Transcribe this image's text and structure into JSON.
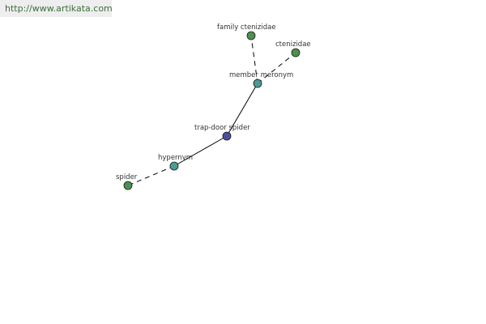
{
  "watermark": {
    "text": "http://www.artikata.com"
  },
  "colors": {
    "center_node": "#4b4f9b",
    "relation_node": "#4e9a96",
    "leaf_node": "#4f8f4f",
    "edge": "#000000",
    "watermark_bg": "#eeeeee",
    "watermark_text": "#3c6e3c"
  },
  "nodes": [
    {
      "id": "trap-door-spider",
      "label": "trap-door spider",
      "kind": "center"
    },
    {
      "id": "hypernym",
      "label": "hypernym",
      "kind": "relation"
    },
    {
      "id": "member-meronym",
      "label": "member meronym",
      "kind": "relation"
    },
    {
      "id": "spider",
      "label": "spider",
      "kind": "leaf"
    },
    {
      "id": "family-ctenizidae",
      "label": "family ctenizidae",
      "kind": "leaf"
    },
    {
      "id": "ctenizidae",
      "label": "ctenizidae",
      "kind": "leaf"
    }
  ],
  "edges": [
    {
      "from": "trap-door-spider",
      "to": "hypernym",
      "style": "solid"
    },
    {
      "from": "trap-door-spider",
      "to": "member-meronym",
      "style": "solid"
    },
    {
      "from": "hypernym",
      "to": "spider",
      "style": "dashed"
    },
    {
      "from": "member-meronym",
      "to": "family-ctenizidae",
      "style": "dashed"
    },
    {
      "from": "member-meronym",
      "to": "ctenizidae",
      "style": "dashed"
    }
  ]
}
